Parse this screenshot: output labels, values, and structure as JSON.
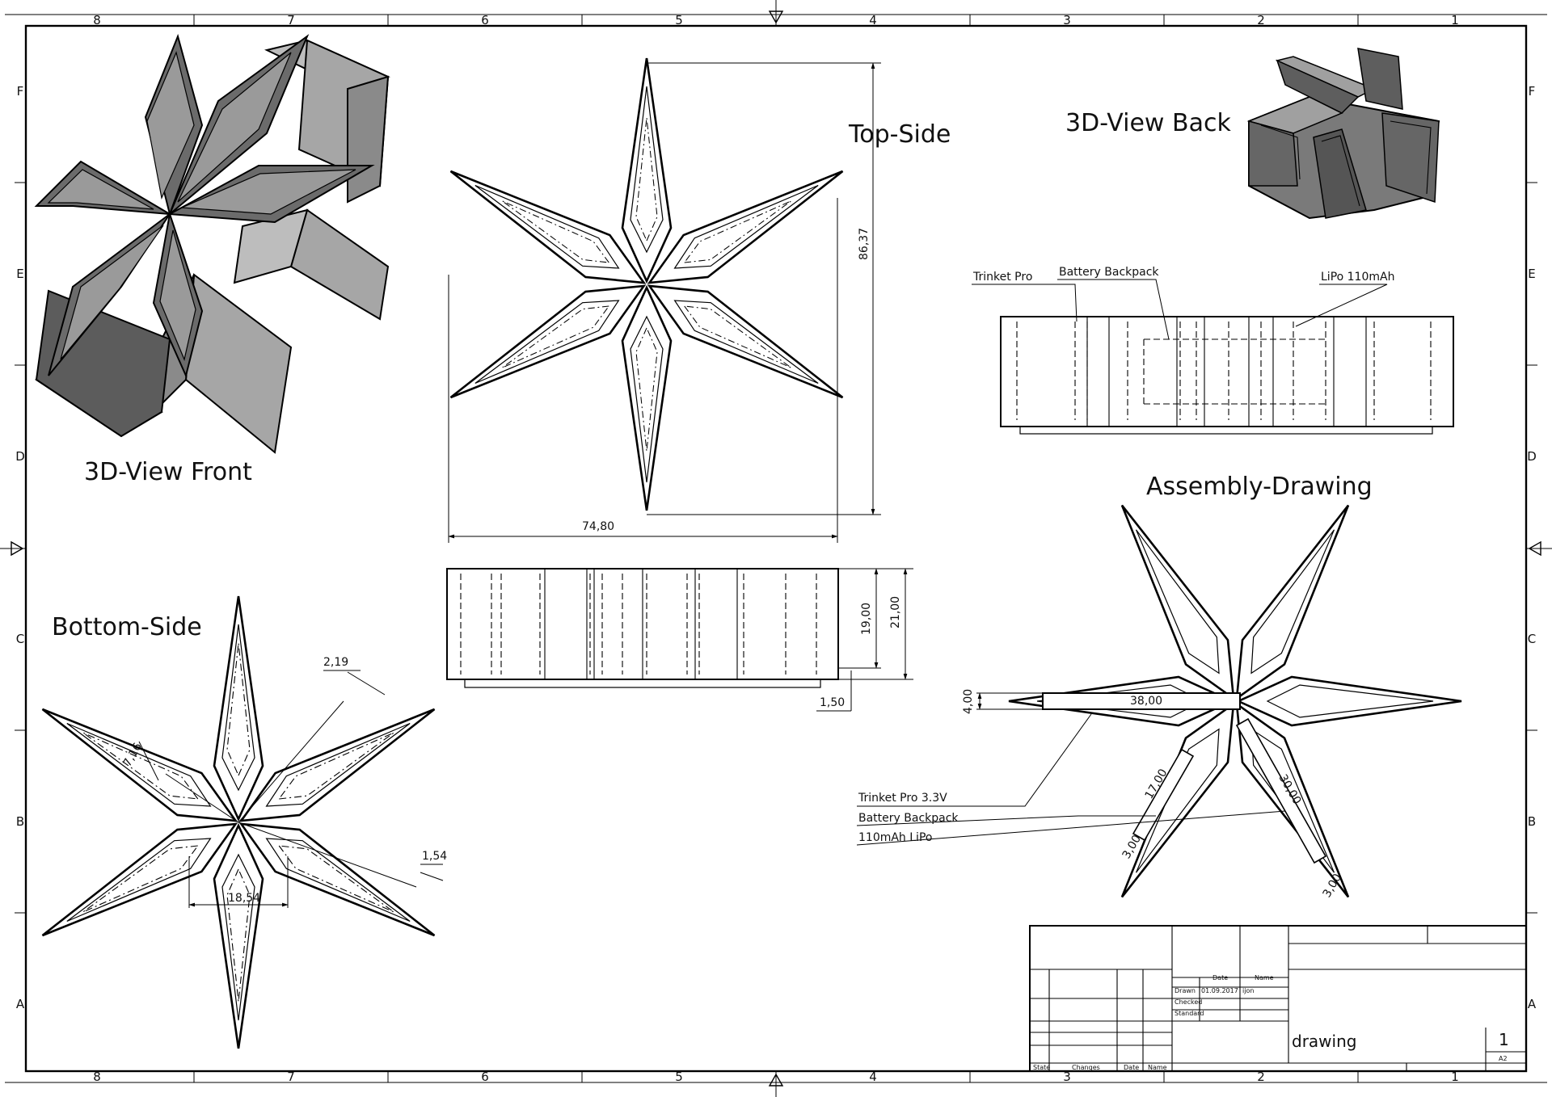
{
  "sheet": {
    "column_labels": [
      "8",
      "7",
      "6",
      "5",
      "4",
      "3",
      "2",
      "1"
    ],
    "row_labels": [
      "F",
      "E",
      "D",
      "C",
      "B",
      "A"
    ]
  },
  "views": {
    "front_3d_title": "3D-View Front",
    "back_3d_title": "3D-View Back",
    "top_title": "Top-Side",
    "bottom_title": "Bottom-Side",
    "assembly_title": "Assembly-Drawing"
  },
  "dimensions": {
    "top_width": "74,80",
    "top_height": "86,37",
    "side_height_inner": "19,00",
    "side_height_outer": "21,00",
    "side_base": "1,50",
    "bottom_wall": "2,19",
    "bottom_slot": "7,16",
    "bottom_gap": "1,54",
    "bottom_center": "18,54",
    "asm_width": "38,00",
    "asm_height": "4,00",
    "asm_len_a": "17,00",
    "asm_len_b": "30,00",
    "asm_w_a": "3,00",
    "asm_w_b": "3,00"
  },
  "callouts": {
    "side_trinket": "Trinket Pro",
    "side_battery": "Battery Backpack",
    "side_lipo": "LiPo 110mAh",
    "asm_trinket": "Trinket Pro 3.3V",
    "asm_battery": "Battery Backpack",
    "asm_lipo": "110mAh LiPo"
  },
  "title_block": {
    "col_date": "Date",
    "col_name": "Name",
    "row_drawn": "Drawn",
    "row_checked": "Checked",
    "row_standard": "Standard",
    "drawn_date": "01.09.2017",
    "drawn_name": "ijon",
    "footer_state": "State",
    "footer_changes": "Changes",
    "footer_date": "Date",
    "footer_name": "Name",
    "drawing_title": "drawing",
    "sheet_number": "1",
    "sheet_format": "A2"
  }
}
